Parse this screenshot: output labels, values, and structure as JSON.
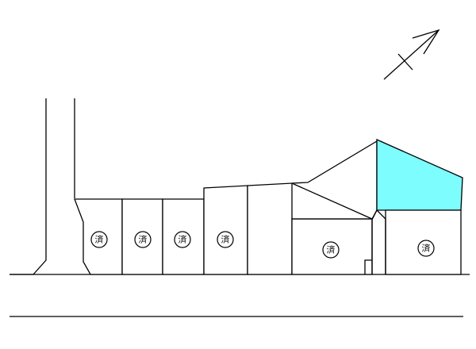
{
  "colors": {
    "available": "#7dfdfd",
    "line": "#000000",
    "lot": "#ffffff"
  },
  "compass": {
    "icon": "north-arrow-icon",
    "label": ""
  },
  "sold_mark": {
    "text": "済"
  },
  "lots": [
    {
      "id": "lot-1",
      "status": "sold",
      "mark": "済"
    },
    {
      "id": "lot-2",
      "status": "sold",
      "mark": "済"
    },
    {
      "id": "lot-3",
      "status": "sold",
      "mark": "済"
    },
    {
      "id": "lot-4",
      "status": "sold",
      "mark": "済"
    },
    {
      "id": "lot-5",
      "status": "unmarked",
      "mark": ""
    },
    {
      "id": "lot-6",
      "status": "sold",
      "mark": "済"
    },
    {
      "id": "lot-7",
      "status": "available",
      "mark": ""
    },
    {
      "id": "lot-8",
      "status": "sold",
      "mark": "済"
    }
  ]
}
